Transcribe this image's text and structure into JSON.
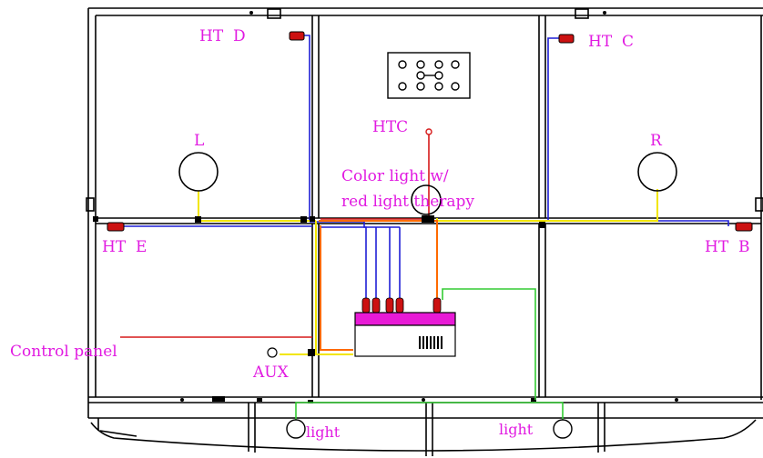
{
  "labels": {
    "ht_d": "HT  D",
    "ht_c": "HT  C",
    "ht_e": "HT  E",
    "ht_b": "HT  B",
    "htc": "HTC",
    "left_speaker": "L",
    "right_speaker": "R",
    "color_light_line1": "Color light w/",
    "color_light_line2": "red light therapy",
    "control_panel": "Control panel",
    "aux": "AUX",
    "light_left": "light",
    "light_right": "light"
  },
  "colors": {
    "label": "#e11ae1",
    "outline": "#000000",
    "wire_blue": "#1f1fd6",
    "wire_yellow": "#f2e600",
    "wire_red": "#d61a1a",
    "wire_orange": "#ff6a00",
    "wire_green": "#33cc33",
    "heater": "#cc1111",
    "control_box_top": "#e81ad6"
  },
  "icons": {
    "control_keypad": "keypad-icon",
    "speaker": "speaker-icon",
    "heater": "heater-icon",
    "light": "light-icon",
    "aux_jack": "aux-jack-icon",
    "control_box": "control-box-icon"
  }
}
